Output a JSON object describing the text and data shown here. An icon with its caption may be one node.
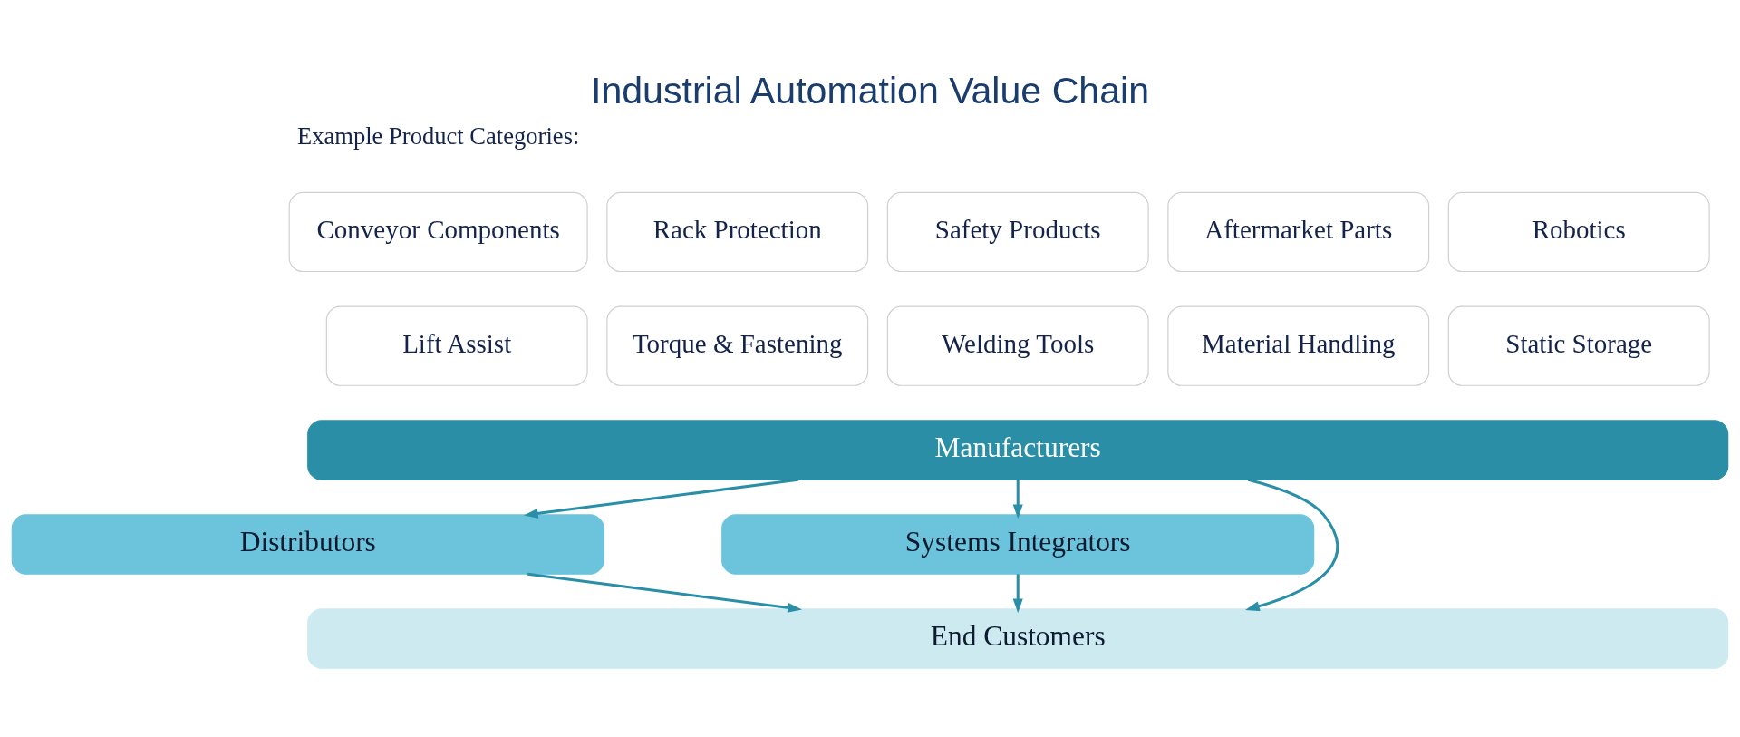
{
  "diagram": {
    "title": "Industrial Automation Value Chain",
    "nodes": [
      {
        "text": [
          "Conveyor Components"
        ]
      },
      {
        "text": [
          "Rack Protection"
        ]
      },
      {
        "text": [
          "Safety Products"
        ]
      },
      {
        "text": [
          "Aftermarket Parts"
        ]
      },
      {
        "text": [
          "Robotics"
        ]
      },
      {
        "text": [
          "Lift Assist"
        ]
      },
      {
        "text": [
          "Torque & Fastening"
        ]
      },
      {
        "text": [
          "Welding Tools"
        ]
      },
      {
        "text": [
          "Material Handling"
        ]
      },
      {
        "text": [
          "Static Storage"
        ]
      },
      {
        "text": [
          "Manufacturers"
        ]
      },
      {
        "text": [
          "Distributors"
        ]
      },
      {
        "text": [
          "Systems Integrators"
        ]
      },
      {
        "text": [
          "End Customers"
        ]
      }
    ],
    "edges": [
      {
        "from": 10,
        "to": 11,
        "arrow": "to"
      },
      {
        "from": 10,
        "to": 13,
        "arrow": "to"
      },
      {
        "from": 10,
        "to": 12,
        "arrow": "to"
      },
      {
        "from": 11,
        "to": 13,
        "arrow": "to"
      },
      {
        "from": 12,
        "to": 13,
        "arrow": "to"
      }
    ],
    "labels": [
      "Example Product Categories:"
    ]
  }
}
